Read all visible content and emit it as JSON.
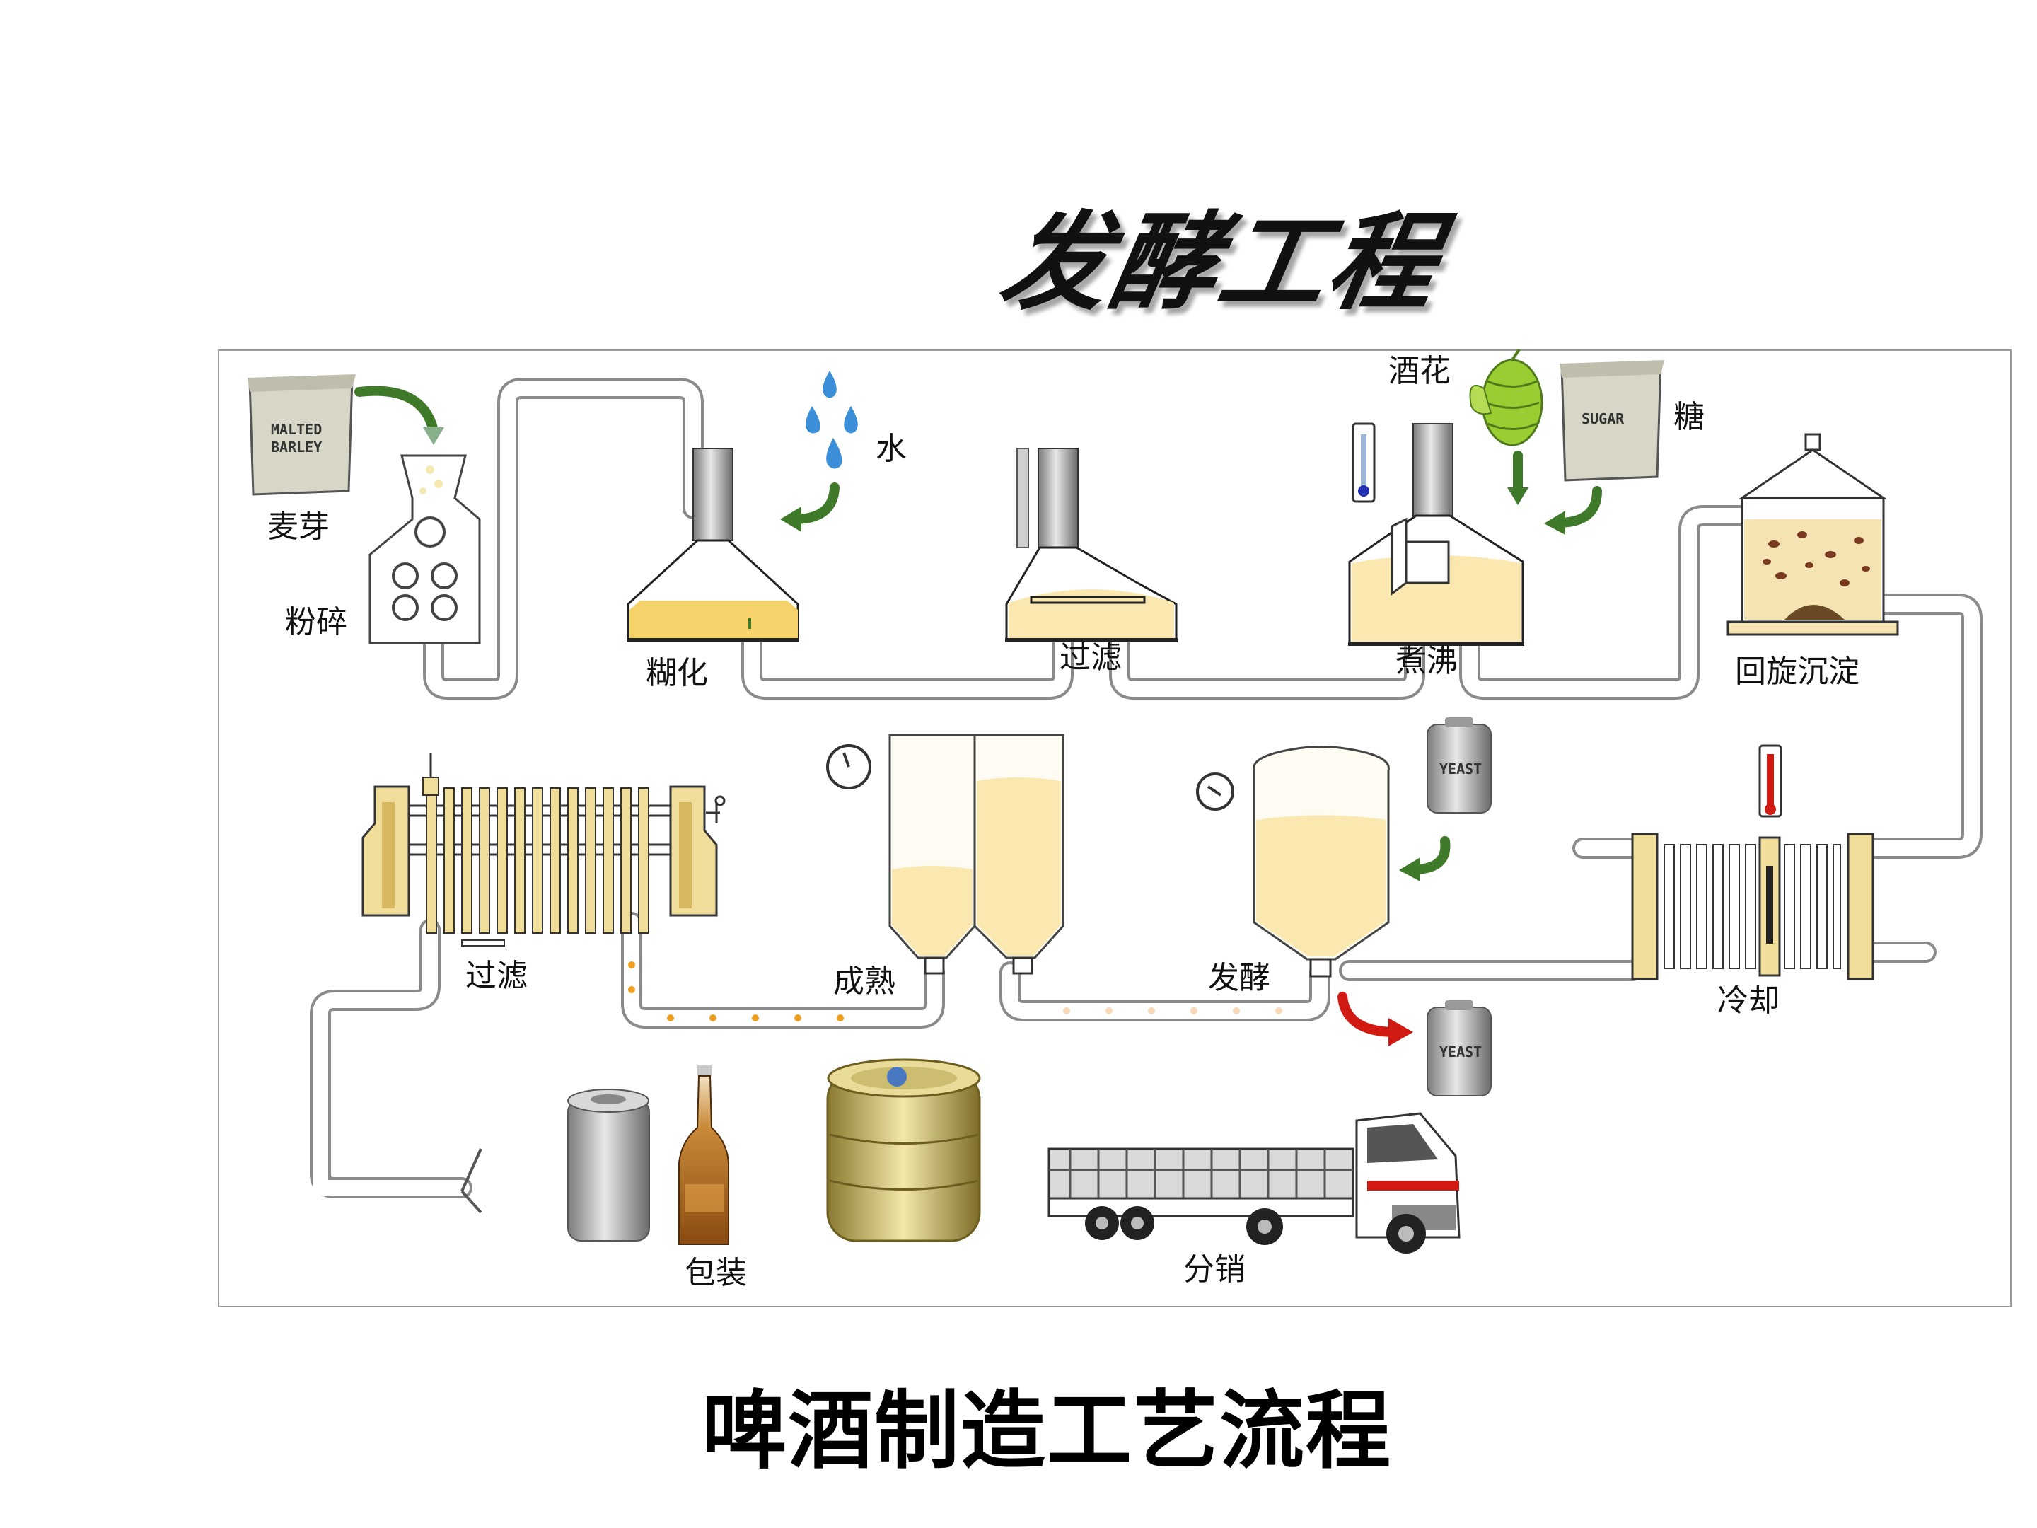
{
  "title": "发酵工程",
  "footer": "啤酒制造工艺流程",
  "labels": {
    "malt": "麦芽",
    "crush": "粉碎",
    "water": "水",
    "mash": "糊化",
    "filter_top": "过滤",
    "boil": "煮沸",
    "hops": "酒花",
    "sugar": "糖",
    "whirlpool": "回旋沉淀",
    "cool": "冷却",
    "ferment": "发酵",
    "mature": "成熟",
    "filter_bottom": "过滤",
    "package": "包装",
    "distribute": "分销"
  },
  "bag_texts": {
    "malt_line1": "MALTED",
    "malt_line2": "BARLEY",
    "sugar": "SUGAR",
    "yeast_top": "YEAST",
    "yeast_bottom": "YEAST"
  },
  "colors": {
    "liquid": "#f5d36a",
    "cream": "#fbe8b0",
    "arrow_green": "#3f7a2a",
    "arrow_red": "#d01a12",
    "water": "#3a8fd8",
    "hops": "#9acd32"
  }
}
